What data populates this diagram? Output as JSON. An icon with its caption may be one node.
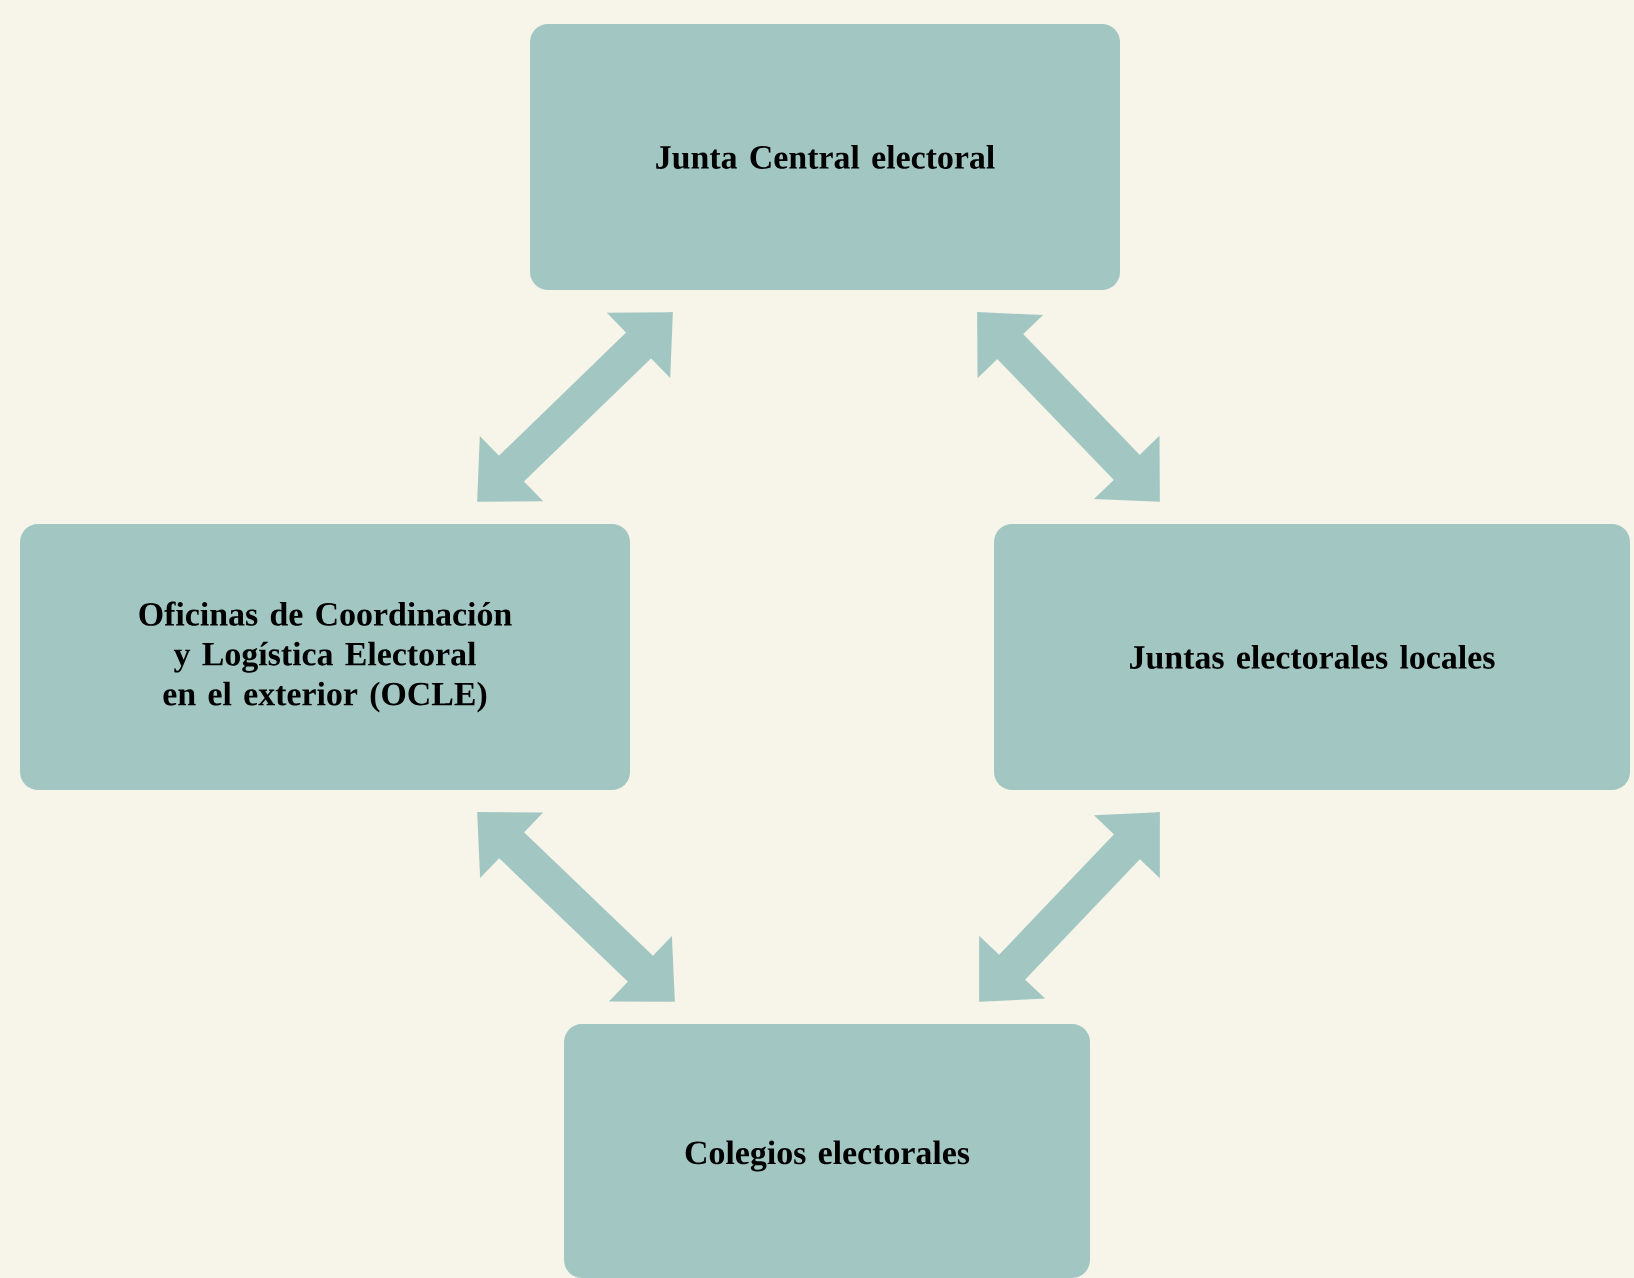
{
  "diagram": {
    "nodes": [
      {
        "text": [
          "Junta Central electoral"
        ]
      },
      {
        "text": [
          "Oficinas de Coordinación y Logística Electoral en el exterior (OCLE)"
        ]
      },
      {
        "text": [
          "Juntas electorales locales"
        ]
      },
      {
        "text": [
          "Colegios electorales"
        ]
      }
    ],
    "edges": [
      {
        "from": 0,
        "to": 1,
        "arrow": "both"
      },
      {
        "from": 0,
        "to": 2,
        "arrow": "both"
      },
      {
        "from": 1,
        "to": 3,
        "arrow": "both"
      },
      {
        "from": 2,
        "to": 3,
        "arrow": "both"
      }
    ]
  }
}
